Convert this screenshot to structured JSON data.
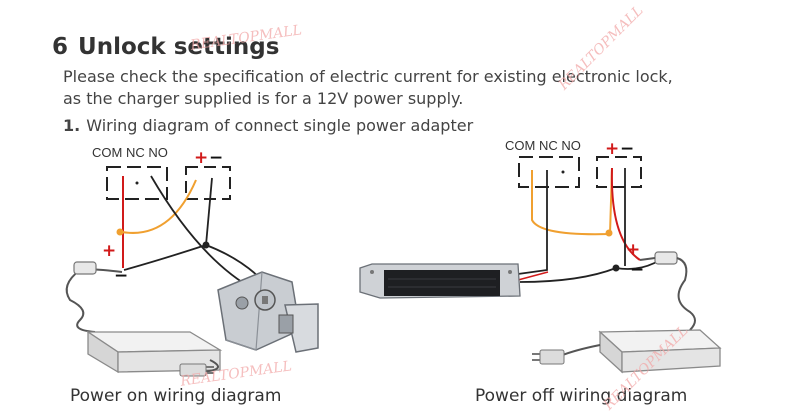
{
  "section": {
    "number": "6",
    "title": "Unlock settings"
  },
  "intro": {
    "line1": "Please check the specification of electric current for existing electronic lock,",
    "line2": "as the charger supplied is for a 12V power supply."
  },
  "step": {
    "number": "1.",
    "text": "Wiring diagram of connect single power adapter"
  },
  "left_diagram": {
    "terminals": "COM NC NO",
    "plus": "+",
    "minus": "−",
    "caption": "Power on wiring diagram"
  },
  "right_diagram": {
    "terminals": "COM NC NO",
    "plus": "+",
    "minus": "−",
    "caption": "Power off wiring diagram"
  },
  "watermark": "REALTOPMALL",
  "colors": {
    "red_wire": "#d11a1a",
    "orange_wire": "#f0a030",
    "black_wire": "#222222",
    "accent_plus": "#d11a1a"
  }
}
